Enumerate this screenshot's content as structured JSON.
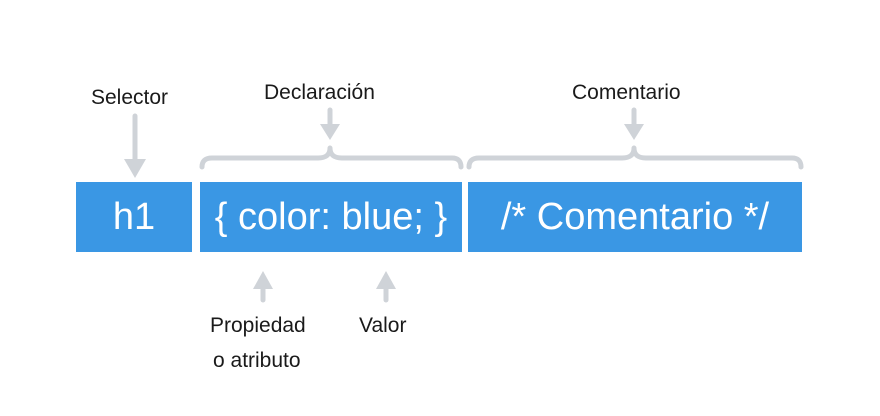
{
  "labels": {
    "selector": "Selector",
    "declaracion": "Declaración",
    "comentario": "Comentario",
    "propiedad_line1": "Propiedad",
    "propiedad_line2": "o atributo",
    "valor": "Valor"
  },
  "boxes": {
    "selector_code": "h1",
    "declaration_code": "{ color: blue; }",
    "comment_code": "/* Comentario */"
  },
  "colors": {
    "box_fill": "#3a97e4",
    "arrow_gray": "#cfd3d8",
    "text": "#1a1a1a"
  }
}
